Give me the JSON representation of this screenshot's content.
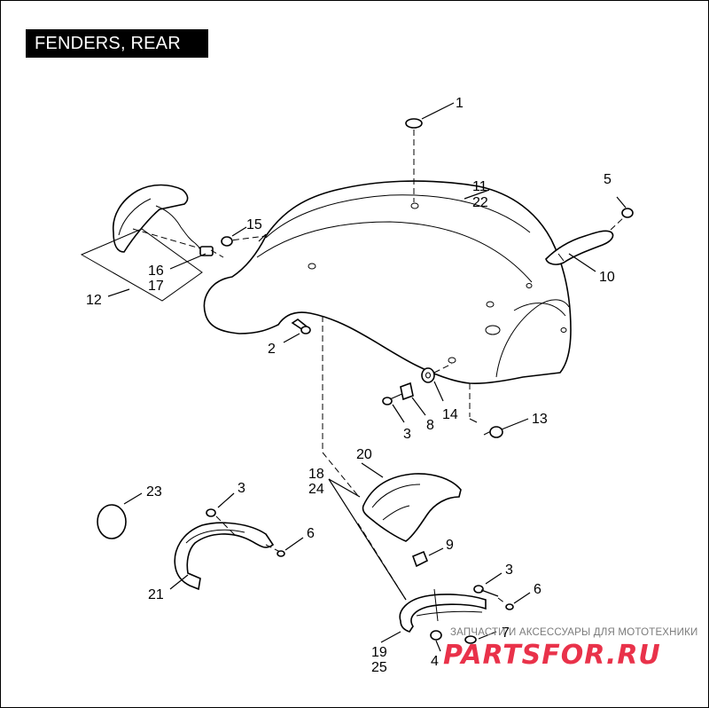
{
  "title": "FENDERS, REAR",
  "callouts": {
    "c1": "1",
    "c2": "2",
    "c3a": "3",
    "c3b": "3",
    "c3c": "3",
    "c4": "4",
    "c5": "5",
    "c6a": "6",
    "c6b": "6",
    "c7": "7",
    "c8": "8",
    "c9": "9",
    "c10": "10",
    "c11": "11",
    "c12": "12",
    "c13": "13",
    "c14": "14",
    "c15": "15",
    "c16": "16",
    "c17": "17",
    "c18": "18",
    "c19": "19",
    "c20": "20",
    "c21": "21",
    "c22": "22",
    "c23": "23",
    "c24": "24",
    "c25": "25"
  },
  "watermark": {
    "tagline": "ЗАПЧАСТИ И АКСЕССУАРЫ ДЛЯ МОТОТЕХНИКИ",
    "brand": "PARTSFOR.RU"
  },
  "colors": {
    "background": "#ffffff",
    "ink": "#000000",
    "watermark_red": "#e8213b",
    "watermark_gray": "#7b7b7b"
  }
}
